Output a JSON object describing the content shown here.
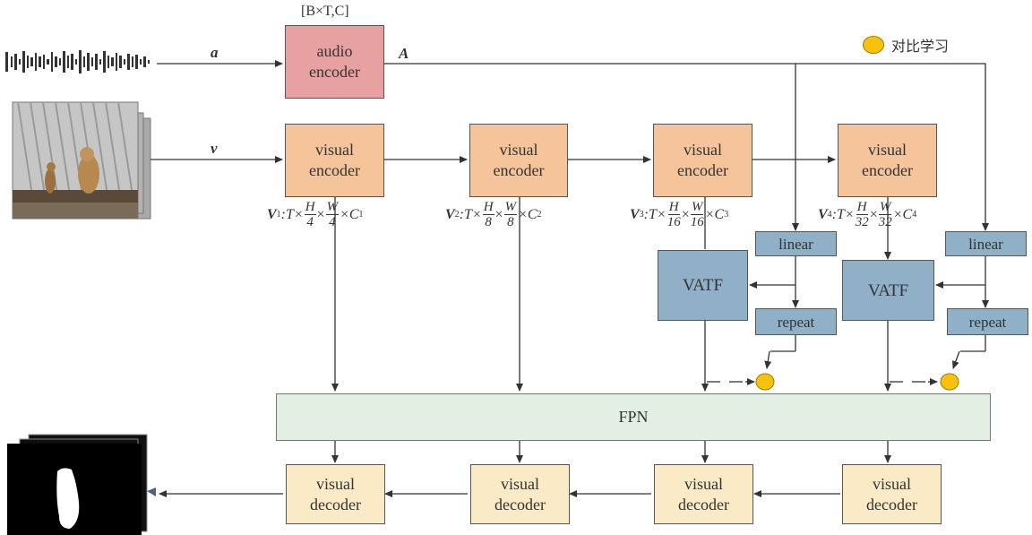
{
  "legend": {
    "label": "对比学习"
  },
  "tensor_shape": "[B×T,C]",
  "inputs": {
    "audio_symbol": "a",
    "visual_symbol": "v",
    "audio_feature": "A"
  },
  "audio_encoder": {
    "line1": "audio",
    "line2": "encoder"
  },
  "visual_encoders": [
    {
      "line1": "visual",
      "line2": "encoder"
    },
    {
      "line1": "visual",
      "line2": "encoder"
    },
    {
      "line1": "visual",
      "line2": "encoder"
    },
    {
      "line1": "visual",
      "line2": "encoder"
    }
  ],
  "feature_shapes": [
    {
      "name": "V",
      "sub": "1",
      "t": ":T×",
      "h_num": "H",
      "h_den": "4",
      "w_num": "W",
      "w_den": "4",
      "c": "×C",
      "c_sub": "1"
    },
    {
      "name": "V",
      "sub": "2",
      "t": ":T×",
      "h_num": "H",
      "h_den": "8",
      "w_num": "W",
      "w_den": "8",
      "c": "×C",
      "c_sub": "2"
    },
    {
      "name": "V",
      "sub": "3",
      "t": ":T×",
      "h_num": "H",
      "h_den": "16",
      "w_num": "W",
      "w_den": "16",
      "c": "×C",
      "c_sub": "3"
    },
    {
      "name": "V",
      "sub": "4",
      "t": ":T×",
      "h_num": "H",
      "h_den": "32",
      "w_num": "W",
      "w_den": "32",
      "c": "×C",
      "c_sub": "4"
    }
  ],
  "times": "×",
  "linear_label": "linear",
  "repeat_label": "repeat",
  "vatf_label": "VATF",
  "fpn_label": "FPN",
  "visual_decoders": [
    {
      "line1": "visual",
      "line2": "decoder"
    },
    {
      "line1": "visual",
      "line2": "decoder"
    },
    {
      "line1": "visual",
      "line2": "decoder"
    },
    {
      "line1": "visual",
      "line2": "decoder"
    }
  ],
  "colors": {
    "audio": "#e8a1a1",
    "encoder": "#f5c49b",
    "decoder": "#faeac6",
    "blue": "#8fb0c6",
    "fpn": "#e3efe2",
    "contrast": "#f6c20f"
  }
}
